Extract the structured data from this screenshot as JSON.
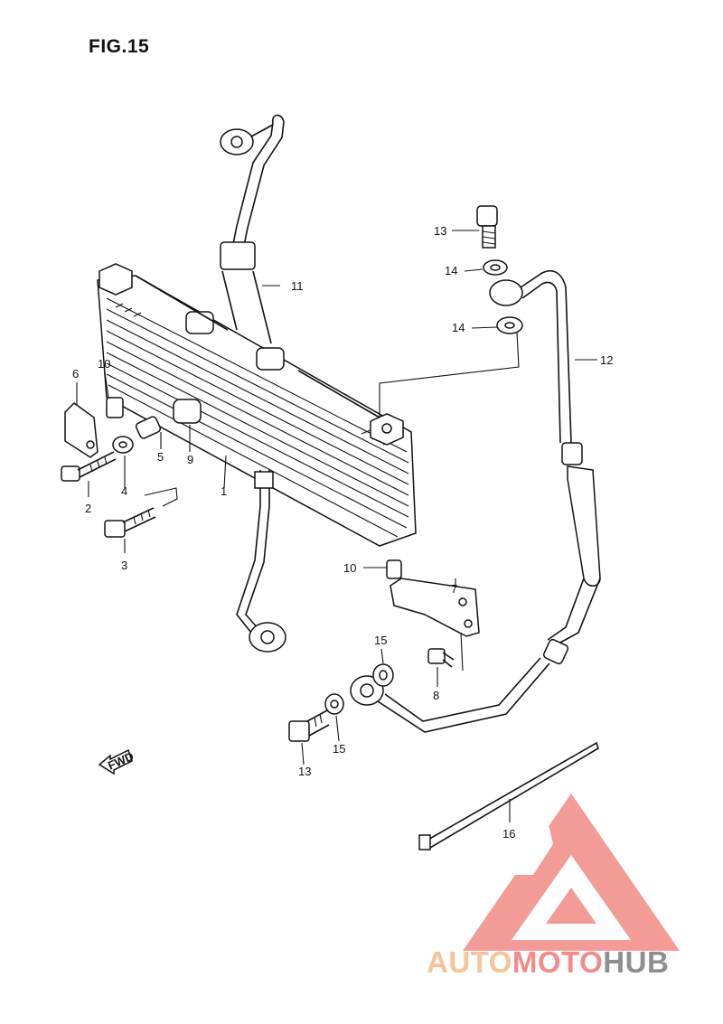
{
  "figure": {
    "title": "FIG.15"
  },
  "fwd_tag": "FWD",
  "callouts": [
    {
      "id": "c1",
      "label": "1"
    },
    {
      "id": "c2",
      "label": "2"
    },
    {
      "id": "c3",
      "label": "3"
    },
    {
      "id": "c4",
      "label": "4"
    },
    {
      "id": "c5",
      "label": "5"
    },
    {
      "id": "c6",
      "label": "6"
    },
    {
      "id": "c7",
      "label": "7"
    },
    {
      "id": "c8",
      "label": "8"
    },
    {
      "id": "c9",
      "label": "9"
    },
    {
      "id": "c10a",
      "label": "10"
    },
    {
      "id": "c10b",
      "label": "10"
    },
    {
      "id": "c11",
      "label": "11"
    },
    {
      "id": "c12",
      "label": "12"
    },
    {
      "id": "c13a",
      "label": "13"
    },
    {
      "id": "c13b",
      "label": "13"
    },
    {
      "id": "c14a",
      "label": "14"
    },
    {
      "id": "c14b",
      "label": "14"
    },
    {
      "id": "c15a",
      "label": "15"
    },
    {
      "id": "c15b",
      "label": "15"
    },
    {
      "id": "c16",
      "label": "16"
    }
  ],
  "watermark": {
    "part1": "AUTO",
    "part2": "MOTO",
    "part3": "HUB"
  },
  "colors": {
    "ink": "#111111",
    "logo_red": "#f08a86",
    "logo_orange": "#f8c29a",
    "logo_gray": "#8e8e8e"
  }
}
